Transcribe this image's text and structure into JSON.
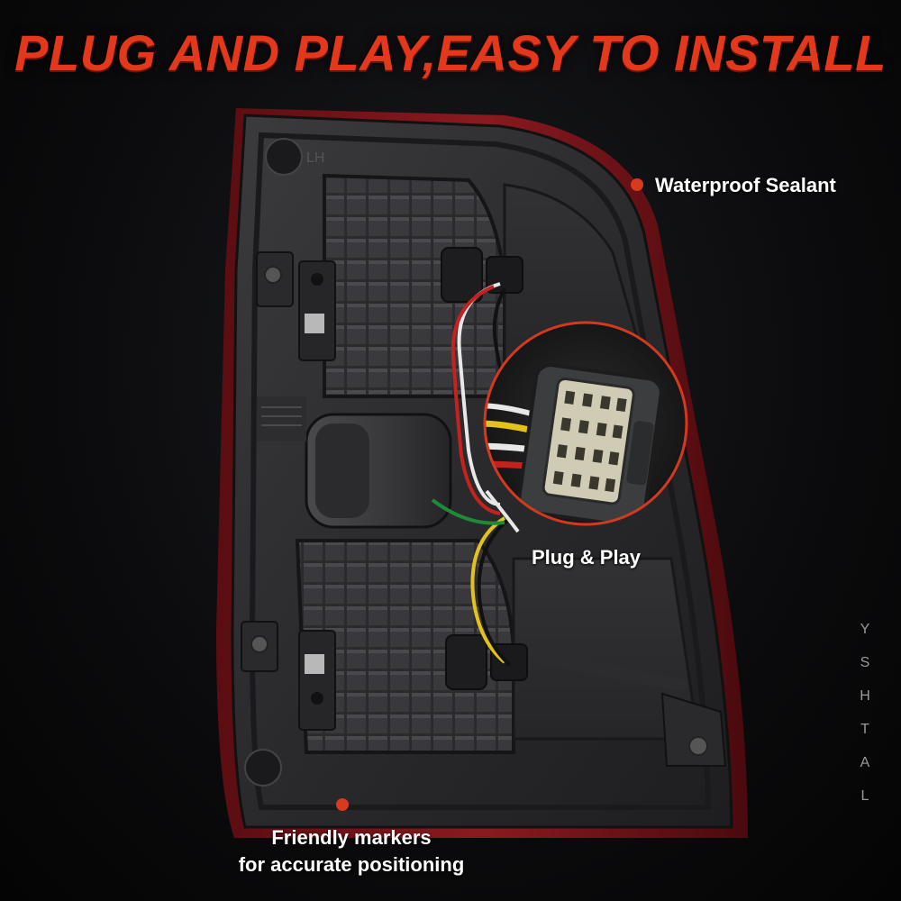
{
  "headline": "PLUG AND PLAY,EASY TO INSTALL",
  "callouts": {
    "seal": "Waterproof Sealant",
    "plug": "Plug & Play",
    "markers_line1": "Friendly markers",
    "markers_line2": "for accurate positioning"
  },
  "housing_mark": "LH",
  "brand": [
    "L",
    "A",
    "T",
    "H",
    "S",
    "Y"
  ],
  "colors": {
    "headline": "#e4381c",
    "marker_dot": "#d8391f",
    "housing_edge": "#7a1418"
  }
}
